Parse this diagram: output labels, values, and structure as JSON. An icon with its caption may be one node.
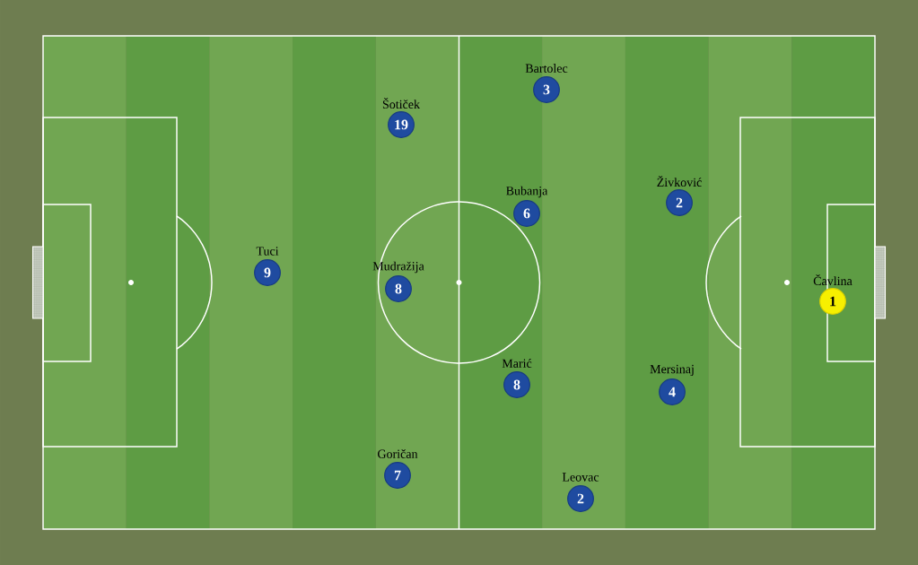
{
  "diagram": {
    "nodes": [
      {
        "text": [
          "3"
        ],
        "beside": [
          "Bartolec"
        ]
      },
      {
        "text": [
          "19"
        ],
        "beside": [
          "Šotiček"
        ]
      },
      {
        "text": [
          "2"
        ],
        "beside": [
          "Živković"
        ]
      },
      {
        "text": [
          "6"
        ],
        "beside": [
          "Bubanja"
        ]
      },
      {
        "text": [
          "9"
        ],
        "beside": [
          "Tuci"
        ]
      },
      {
        "text": [
          "8"
        ],
        "beside": [
          "Mudražija"
        ]
      },
      {
        "text": [
          "1"
        ],
        "beside": [
          "Čavlina"
        ]
      },
      {
        "text": [
          "8"
        ],
        "beside": [
          "Marić"
        ]
      },
      {
        "text": [
          "4"
        ],
        "beside": [
          "Mersinaj"
        ]
      },
      {
        "text": [
          "7"
        ],
        "beside": [
          "Goričan"
        ]
      },
      {
        "text": [
          "2"
        ],
        "beside": [
          "Leovac"
        ]
      }
    ]
  }
}
